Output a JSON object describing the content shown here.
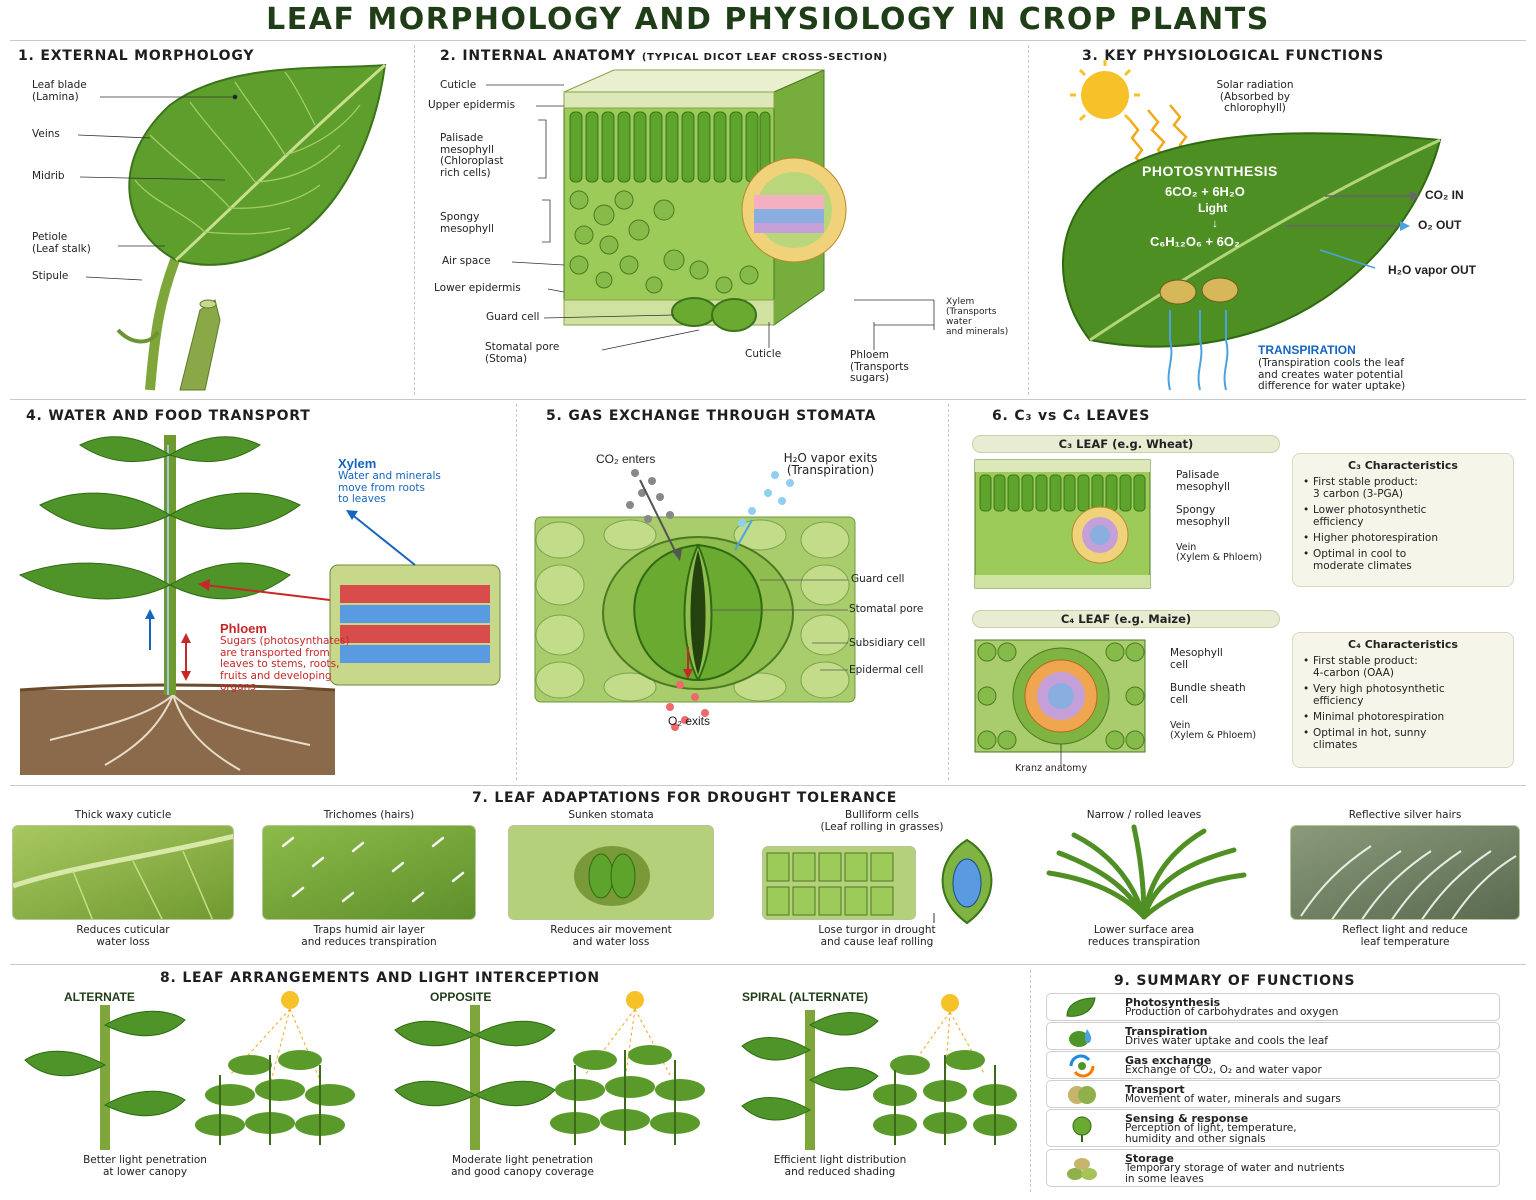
{
  "title": "LEAF MORPHOLOGY AND PHYSIOLOGY IN CROP PLANTS",
  "s1": {
    "title": "1. EXTERNAL MORPHOLOGY",
    "labels": [
      "Leaf blade\n(Lamina)",
      "Veins",
      "Midrib",
      "Petiole\n(Leaf stalk)",
      "Stipule"
    ]
  },
  "s2": {
    "title": "2. INTERNAL ANATOMY",
    "subtitle": "(TYPICAL DICOT LEAF CROSS-SECTION)",
    "labels": {
      "cuticle": "Cuticle",
      "upper": "Upper epidermis",
      "palisade": "Palisade\nmesophyll\n(Chloroplast\nrich cells)",
      "spongy": "Spongy\nmesophyll",
      "air": "Air space",
      "lower": "Lower epidermis",
      "guard": "Guard cell",
      "pore": "Stomatal pore\n(Stoma)",
      "cuticle2": "Cuticle",
      "phloem": "Phloem\n(Transports\nsugars)",
      "xylem": "Xylem\n(Transports\nwater\nand minerals)"
    }
  },
  "s3": {
    "title": "3. KEY PHYSIOLOGICAL FUNCTIONS",
    "solar": "Solar radiation\n(Absorbed by\nchlorophyll)",
    "photo": "PHOTOSYNTHESIS",
    "eq1": "6CO₂ + 6H₂O",
    "light": "Light",
    "eq2": "C₆H₁₂O₆ + 6O₂",
    "co2": "CO₂ IN",
    "o2": "O₂ OUT",
    "h2o": "H₂O vapor OUT",
    "transp": "TRANSPIRATION",
    "transp_desc": "(Transpiration cools the leaf\nand creates water potential\ndifference for water uptake)"
  },
  "s4": {
    "title": "4. WATER AND FOOD TRANSPORT",
    "xylem": "Xylem",
    "xylem_desc": "Water and minerals\nmove from roots\nto leaves",
    "phloem": "Phloem",
    "phloem_desc": "Sugars (photosynthates)\nare transported from\nleaves to stems, roots,\nfruits and developing\norgans"
  },
  "s5": {
    "title": "5. GAS EXCHANGE THROUGH STOMATA",
    "co2": "CO₂ enters",
    "h2o": "H₂O vapor exits\n(Transpiration)",
    "o2": "O₂ exits",
    "labels": [
      "Guard cell",
      "Stomatal pore",
      "Subsidiary cell",
      "Epidermal cell"
    ]
  },
  "s6": {
    "title": "6. C₃ vs C₄ LEAVES",
    "c3": {
      "pill": "C₃ LEAF (e.g. Wheat)",
      "labels": [
        "Palisade\nmesophyll",
        "Spongy\nmesophyll",
        "Vein\n(Xylem & Phloem)"
      ],
      "card_title": "C₃ Characteristics",
      "items": [
        "First stable product:\n3 carbon (3-PGA)",
        "Lower photosynthetic\nefficiency",
        "Higher photorespiration",
        "Optimal in cool to\nmoderate climates"
      ]
    },
    "c4": {
      "pill": "C₄ LEAF (e.g. Maize)",
      "labels": [
        "Mesophyll\ncell",
        "Bundle sheath\ncell",
        "Vein\n(Xylem & Phloem)"
      ],
      "kranz": "Kranz anatomy",
      "card_title": "C₄ Characteristics",
      "items": [
        "First stable product:\n4-carbon (OAA)",
        "Very high photosynthetic\nefficiency",
        "Minimal photorespiration",
        "Optimal in hot, sunny\nclimates"
      ]
    }
  },
  "s7": {
    "title": "7. LEAF ADAPTATIONS FOR DROUGHT TOLERANCE",
    "items": [
      {
        "head": "Thick waxy cuticle",
        "desc": "Reduces cuticular\nwater loss"
      },
      {
        "head": "Trichomes (hairs)",
        "desc": "Traps humid air layer\nand reduces transpiration"
      },
      {
        "head": "Sunken stomata",
        "desc": "Reduces air movement\nand water loss"
      },
      {
        "head": "Bulliform cells\n(Leaf rolling in grasses)",
        "desc": "Lose turgor in drought\nand cause leaf rolling"
      },
      {
        "head": "Narrow / rolled leaves",
        "desc": "Lower surface area\nreduces transpiration"
      },
      {
        "head": "Reflective silver hairs",
        "desc": "Reflect light and reduce\nleaf temperature"
      }
    ]
  },
  "s8": {
    "title": "8. LEAF ARRANGEMENTS AND LIGHT INTERCEPTION",
    "items": [
      {
        "head": "ALTERNATE",
        "desc": "Better light penetration\nat lower canopy"
      },
      {
        "head": "OPPOSITE",
        "desc": "Moderate light penetration\nand good canopy coverage"
      },
      {
        "head": "SPIRAL (ALTERNATE)",
        "desc": "Efficient light distribution\nand reduced shading"
      }
    ]
  },
  "s9": {
    "title": "9. SUMMARY OF FUNCTIONS",
    "items": [
      {
        "name": "Photosynthesis",
        "desc": "Production of carbohydrates and oxygen",
        "icon": "leaf-icon"
      },
      {
        "name": "Transpiration",
        "desc": "Drives water uptake and cools the leaf",
        "icon": "water-drop-icon"
      },
      {
        "name": "Gas exchange",
        "desc": "Exchange of CO₂, O₂ and water vapor",
        "icon": "gas-cycle-icon"
      },
      {
        "name": "Transport",
        "desc": "Movement of water, minerals and sugars",
        "icon": "transport-icon"
      },
      {
        "name": "Sensing & response",
        "desc": "Perception of light, temperature,\nhumidity and other signals",
        "icon": "sensing-icon"
      },
      {
        "name": "Storage",
        "desc": "Temporary storage of water and nutrients\nin some leaves",
        "icon": "storage-icon"
      }
    ]
  },
  "colors": {
    "leaf": "#5a9a2a",
    "leaf_dark": "#3d7a1d",
    "xylem": "#1565c0",
    "phloem": "#c62828",
    "sun": "#f7c12a",
    "cream": "#f6f5ea"
  }
}
